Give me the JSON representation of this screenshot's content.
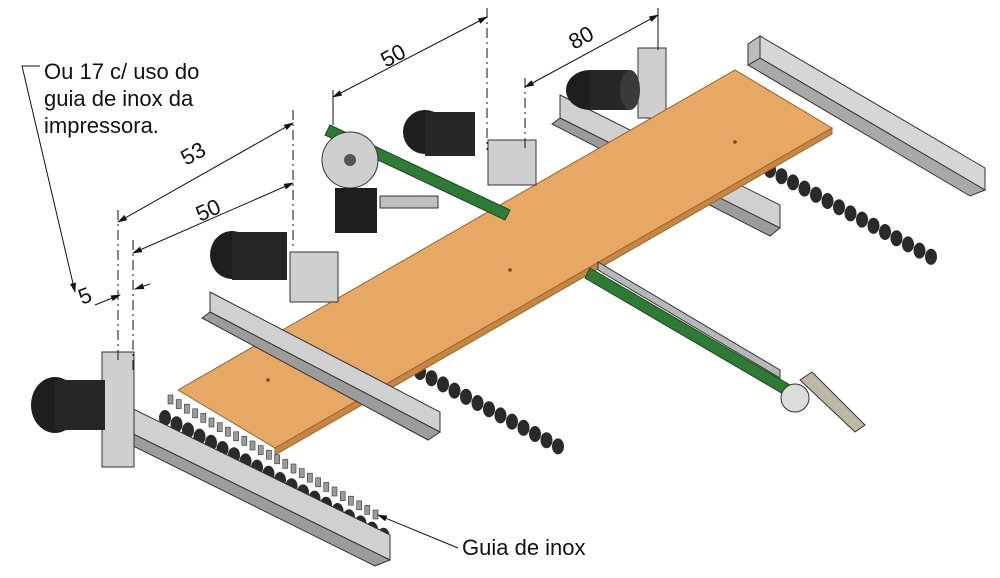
{
  "annotations": {
    "top_left_note_line1": "Ou 17 c/ uso do",
    "top_left_note_line2": "guia de inox da",
    "top_left_note_line3": "impressora.",
    "bottom_note": "Guia de inox"
  },
  "dimensions": {
    "d53": "53",
    "d50_left": "50",
    "d50_top": "50",
    "d80": "80",
    "d5": "5"
  },
  "colors": {
    "board": "#e7a765",
    "board_edge": "#c98642",
    "metal": "#c9c9c9",
    "metal_dark": "#8e8e8e",
    "motor": "#1e1e1e",
    "belt": "#2f7a34"
  }
}
